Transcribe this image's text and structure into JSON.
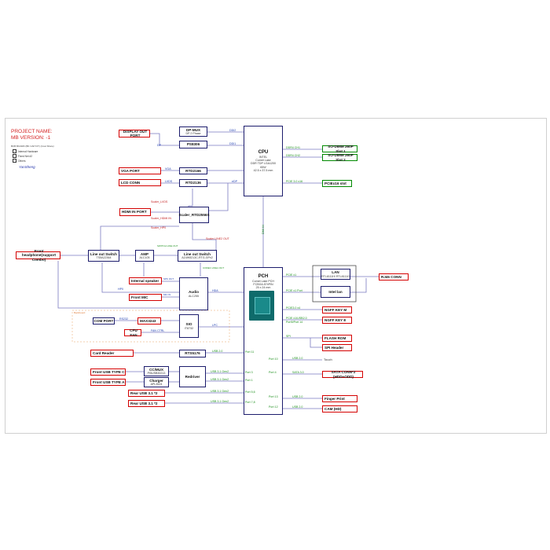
{
  "header": {
    "project_name": "PROJECT NAME:",
    "mb_version": "MB VERSION: -1",
    "subtitle_small": "BCB BOARD (BK CAP FIT) (Cost Share)",
    "legend": [
      {
        "label": "Internal Hardware",
        "color": "#ffffff"
      },
      {
        "label": "Fixed Net #2",
        "color": "#ffffff"
      },
      {
        "label": "Others",
        "color": "#ffffff"
      }
    ],
    "signature": "YanSheng"
  },
  "blocks": {
    "cpu": {
      "title": "CPU",
      "lines": [
        "INTEL",
        "Comet Lake",
        "DDR TDP LGA1200",
        "65W",
        "42.5 x 37.5 mm"
      ]
    },
    "pch": {
      "title": "PCH",
      "lines": [
        "Comet Lake PCH",
        "FCBGA 874PIN",
        "25 x 24 mm"
      ]
    },
    "display_out_port": "DISPLAY OUT PORT",
    "dp_mux": {
      "title": "DP-MUX",
      "sub": "DP 2 Phase"
    },
    "ps8306": "PS8306",
    "vga_port": "VGA PORT",
    "rtd2166": "RTD2166",
    "lcd_conn": "LCD CONN",
    "rtd2136": "RTD2136",
    "hdmi_in_port": "HDMI IN PORT",
    "scaler": "Scaler_RTD2556S",
    "front_headphone": "Front headphone(support Combo)",
    "lineout_switch_1": {
      "title": "Line out Switch",
      "sub": "TS5A22364"
    },
    "amp": {
      "title": "AMP",
      "sub": "ALC105"
    },
    "lineout_switch_2": {
      "title": "Line out Switch",
      "sub": "AZ4W5213C-RTG-GPx2"
    },
    "internal_speaker": "Internal speaker",
    "front_mic": "Front MIC",
    "audio": {
      "title": "Audio",
      "sub": "ALC255"
    },
    "com_port": "COM PORT",
    "max3243": "MAX3243",
    "cpu_fan": "CPU FAN",
    "sio": {
      "title": "SIO",
      "sub": "IT8732"
    },
    "card_reader": "Card Reader",
    "rts5176": "RTS5176",
    "front_usb_c": "Front USB TYPE C",
    "front_usb_a": "Front USB TYPE A",
    "cc_mux": {
      "title": "CC/MUX",
      "sub": "PI5USB30213"
    },
    "charger": {
      "title": "Charger",
      "sub": "APL3524"
    },
    "redriver": "Redriver",
    "rear_usb_1": "Rear USB 3.1 *2",
    "rear_usb_2": "Rear USB 3.1 *2",
    "so_dimm_1": "SO-DIMM 260P Slot 1",
    "so_dimm_2": "SO-DIMM 260P Slot 2",
    "pcie_slot": "PCIEx16 slot",
    "lan": {
      "title": "LAN",
      "sub": "RTL8111H/ RTL8111G"
    },
    "intel_lan": "Intel lan",
    "rj45": "RJ45 CONN",
    "ngff_key_m": "NGFF KEY M",
    "ngff_key_e": "NGFF KEY E",
    "flash_rom": "FLASH ROM",
    "spi_header": "SPI Header",
    "touch": "Touch",
    "sata_conn": "SATA CONN*2 (HDD+ODD)",
    "finger_print": "Finger Print",
    "cam": "CAM (HD)"
  },
  "signals": {
    "dp_1": "DP",
    "ddi1": "DDI1",
    "ddi2": "DDI2",
    "vga": "VGA",
    "lvds": "LVDS",
    "edp": "eDP",
    "scaler_lvds": "Scaler_LVDS",
    "scaler_hdmi_in": "Scaler_HDMI IN",
    "scaler_hp": "Scaler_HP0",
    "scaler_line2": "Scaler LINE2 OUT",
    "switch_line_out": "SWITCH LINE OUT",
    "codec_line_out": "CODEC LINE1 OUT",
    "hp0": "HP0",
    "spk_out": "SPK OUT",
    "mic_in": "MIC IN",
    "hda": "HDA",
    "rs232": "RS232",
    "lpc": "LPC",
    "fan_ctrl": "FAN CTRL",
    "dmi": "DMI X4",
    "ddr4_ch1": "DDR4 CH1",
    "ddr4_ch2": "DDR4 CH2",
    "pcie_x16": "PCIE 3.0 x16",
    "pcie_x1_lan": "PCIE x1",
    "pcie_x1_intel": "PCIE x1 Port",
    "pcie_x4": "PCIE3.0 x4",
    "pcie_x1_ngff": "PCIE x1/USB2.0",
    "port_nums": "Port9/Port 14",
    "spi": "SPI",
    "usb20_touch": "USB 2.0",
    "sata": "SATA 3.0",
    "usb20_fp": "USB 2.0",
    "usb20_cam": "USB 2.0",
    "usb20_cr": "USB 2.0",
    "usb31_gen2_a": "USB 3.1 Gen2",
    "usb31_gen2_b": "USB 3.1 Gen2",
    "usb31_gen2_c": "USB 3.1 Gen2",
    "usb31_gen2_d": "USB 3.1 Gen2",
    "port11": "Port 11",
    "port3": "Port 3",
    "port1": "Port 1",
    "port56": "Port 5,6",
    "port78": "Port 7,8",
    "port10": "Port 10",
    "port13": "Port 13",
    "port12": "Port 12",
    "pch_port": "Port 4",
    "backboard": "Backboard"
  }
}
